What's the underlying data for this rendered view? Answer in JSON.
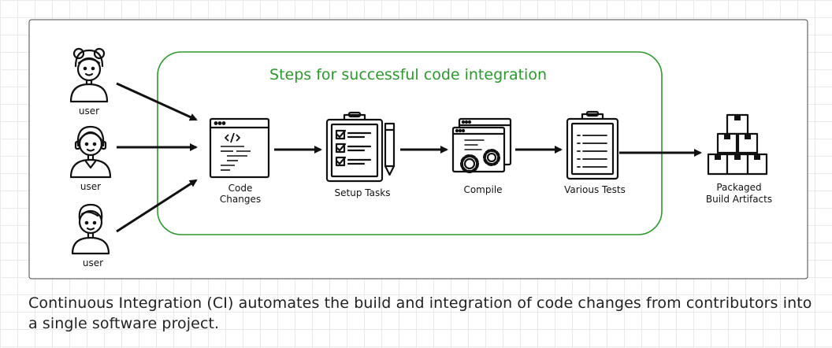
{
  "title": "Steps for successful code integration",
  "users": [
    {
      "label": "user",
      "icon": "user-girl-icon"
    },
    {
      "label": "user",
      "icon": "user-headset-icon"
    },
    {
      "label": "user",
      "icon": "user-boy-icon"
    }
  ],
  "steps": [
    {
      "label_line1": "Code",
      "label_line2": "Changes",
      "icon": "code-window-icon"
    },
    {
      "label_line1": "Setup Tasks",
      "icon": "checklist-clipboard-icon"
    },
    {
      "label_line1": "Compile",
      "icon": "compile-gears-icon"
    },
    {
      "label_line1": "Various Tests",
      "icon": "tests-clipboard-icon"
    }
  ],
  "output": {
    "label_line1": "Packaged",
    "label_line2": "Build Artifacts",
    "icon": "package-boxes-icon"
  },
  "caption": "Continuous Integration (CI) automates the build and integration of code changes from contributors into a single software project.",
  "colors": {
    "accent": "#2a9a2a",
    "stroke": "#111111"
  }
}
